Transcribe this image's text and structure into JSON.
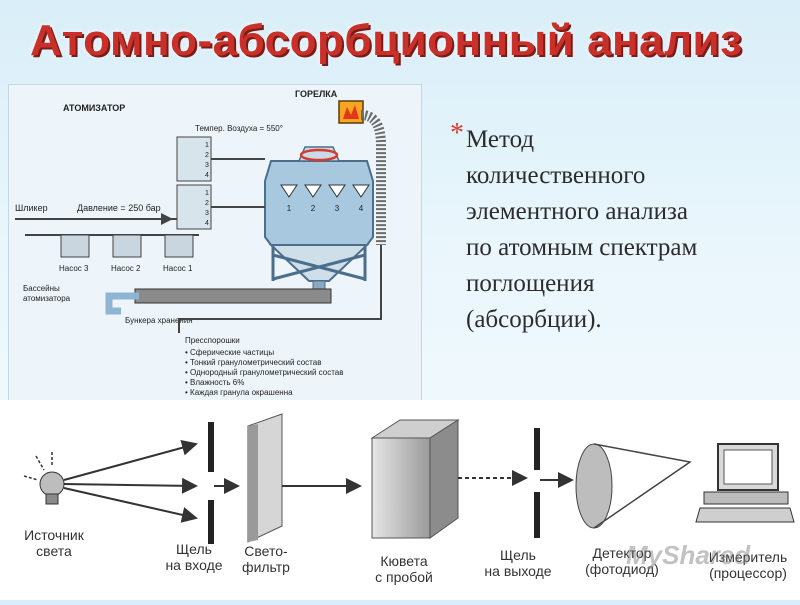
{
  "slide": {
    "title": "Атомно-абсорбционный анализ",
    "definition_lines": [
      "Метод",
      "количественного",
      "элементного анализа",
      "по атомным спектрам",
      "поглощения",
      "(абсорбции)."
    ],
    "bullet": "*"
  },
  "top_diagram": {
    "atomizer_label": "АТОМИЗАТОР",
    "burner_label": "ГОРЕЛКА",
    "air_temp": "Темпер. Воздуха = 550°",
    "slip_label": "Шликер",
    "pressure_label": "Давление = 250 бар",
    "pumps": [
      "Насос 3",
      "Насос 2",
      "Насос 1"
    ],
    "pools_line1": "Бассейны",
    "pools_line2": "атомизатора",
    "storage_label": "Бункера хранения",
    "nozzle_numbers": [
      "1",
      "2",
      "3",
      "4"
    ],
    "press_powders_title": "Пресспорошки",
    "press_powders": [
      "Сферические частицы",
      "Тонкий гранулометрический состав",
      "Однородный гранулометрический состав",
      "Влажность 6%",
      "Каждая гранула окрашенна"
    ]
  },
  "bottom_diagram": {
    "labels": {
      "source_1": "Источник",
      "source_2": "света",
      "slit_in_1": "Щель",
      "slit_in_2": "на входе",
      "filter_1": "Свето-",
      "filter_2": "фильтр",
      "cuvette_1": "Кювета",
      "cuvette_2": "с пробой",
      "slit_out_1": "Щель",
      "slit_out_2": "на выходе",
      "detector_1": "Детектор",
      "detector_2": "(фотодиод)",
      "meter_1": "Измеритель",
      "meter_2": "(процессор)"
    }
  },
  "watermark": "MyShared"
}
